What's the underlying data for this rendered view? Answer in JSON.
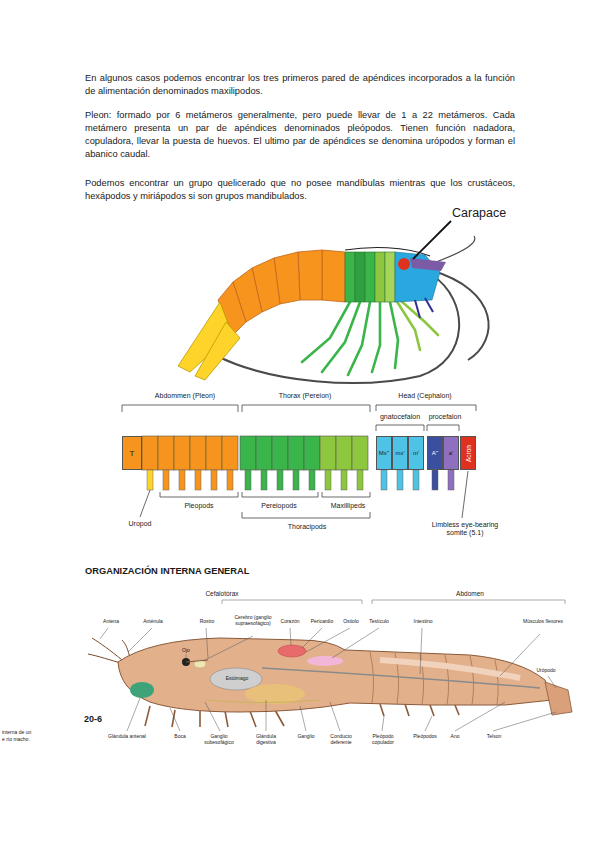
{
  "diagram": {
    "nodes": [
      {
        "text": [
          "T"
        ]
      },
      {
        "text": [
          "Mx''"
        ]
      },
      {
        "text": [
          "mx'"
        ]
      },
      {
        "text": [
          "m'"
        ]
      },
      {
        "text": [
          "A''"
        ]
      },
      {
        "text": [
          "a'"
        ]
      },
      {
        "text": [
          "Acron"
        ]
      }
    ],
    "labels": [
      "En algunos casos podemos encontrar los tres primeros pared de apéndices incorporados a la función de alimentación denominados maxilipodos.",
      "Pleon: formado por 6 metámeros generalmente, pero puede llevar de 1 a 22 metámeros. Cada metámero presenta un par de apéndices denominados pleópodos. Tienen función nadadora, copuladora, llevar la puesta de huevos. El ultimo par de apéndices se denomina urópodos y forman el abanico caudal.",
      "Podemos encontrar un grupo quelicerado que no posee mandíbulas mientras que los crustáceos, hexápodos y miriápodos si son grupos mandibulados.",
      "Carapace",
      "Abdommen (Pleon)",
      "Thorax (Pereion)",
      "Head (Cephalon)",
      "gnatocefalon",
      "procefalon",
      "Uropod",
      "Pleopods",
      "Pereiopods",
      "Maxillipeds",
      "Thoracipods",
      "Limbless eye-bearing somite (5.1)",
      "ORGANIZACIÓN INTERNA GENERAL",
      "Cefalotórax",
      "Abdomen",
      "Antena",
      "Anténula",
      "Rostro",
      "Cerebro (ganglio supraesofágico)",
      "Corazón",
      "Pericardio",
      "Ostiolo",
      "Testículo",
      "Intestino",
      "Músculos flexores",
      "Ojo",
      "Estómago",
      "Urópodo",
      "20-6",
      "interna de un",
      "e río macho.",
      "Glándula antenal",
      "Boca",
      "Ganglio subesofágico",
      "Glándula digestiva",
      "Ganglio",
      "Conducto deferente",
      "Pleópodo copulador",
      "Pleópodos",
      "Ano",
      "Telson"
    ]
  }
}
